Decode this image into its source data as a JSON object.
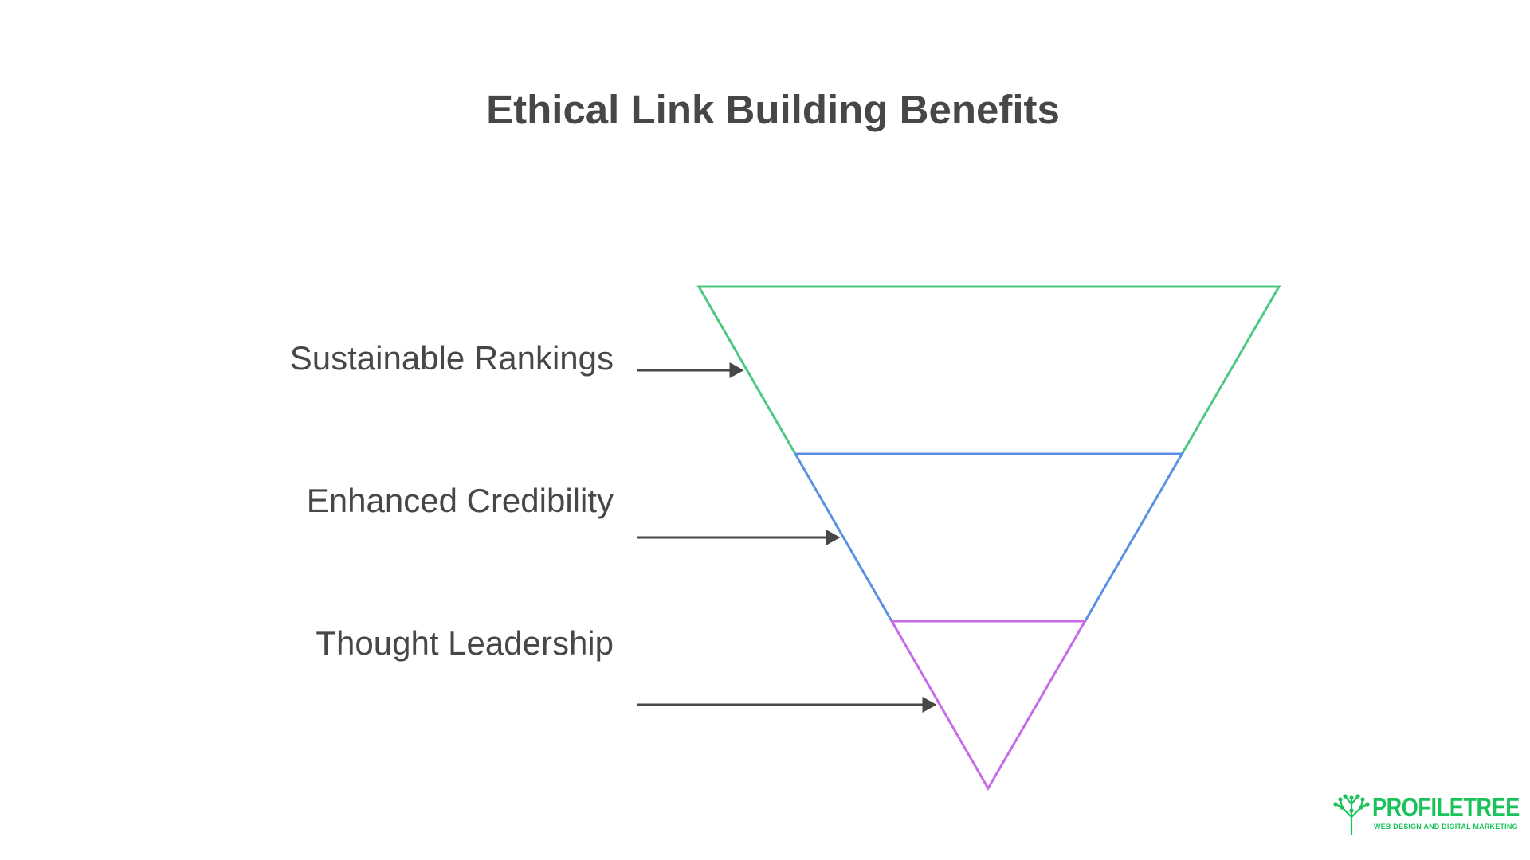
{
  "title": "Ethical Link Building Benefits",
  "levels": [
    {
      "label": "Sustainable Rankings",
      "color": "#4cc97f"
    },
    {
      "label": "Enhanced Credibility",
      "color": "#5b8fe6"
    },
    {
      "label": "Thought Leadership",
      "color": "#c76ae8"
    }
  ],
  "arrow_color": "#474747",
  "logo": {
    "wordmark": "PROFILETREE",
    "tagline": "WEB DESIGN AND DIGITAL MARKETING",
    "color": "#19c35a",
    "icon": "tree-icon"
  }
}
